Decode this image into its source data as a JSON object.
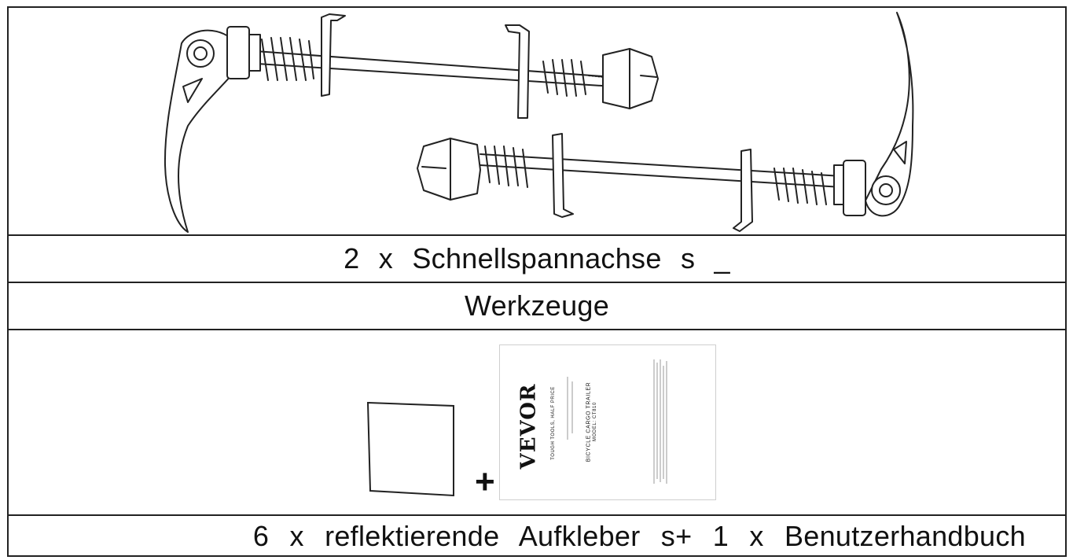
{
  "rows": {
    "axles_caption": "2 x Schnellspannachse s _",
    "tools_caption": "Werkzeuge",
    "stickers_caption": "6 x reflektierende Aufkleber s+ 1 x Benutzerhandbuch"
  },
  "plus_sign": "+",
  "manual": {
    "brand": "VEVOR",
    "tagline": "TOUGH TOOLS, HALF PRICE",
    "title": "BICYCLE CARGO TRAILER",
    "model": "MODEL: CT810"
  },
  "icons": [
    "quick-release-axle-icon",
    "reflective-sticker-icon",
    "user-manual-icon"
  ]
}
